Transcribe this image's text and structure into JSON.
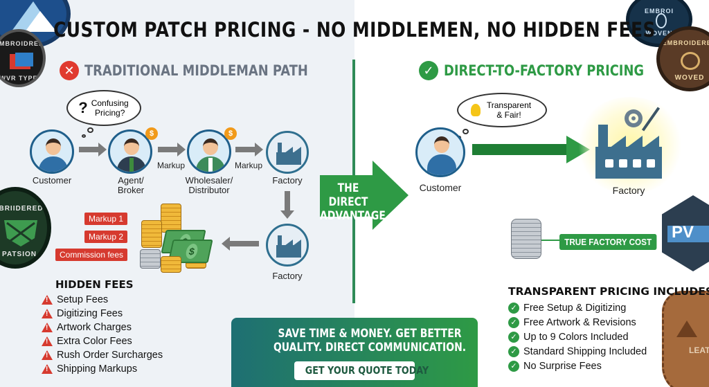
{
  "title": "CUSTOM PATCH PRICING - NO MIDDLEMEN, NO HIDDEN FEES",
  "left": {
    "heading": "TRADITIONAL MIDDLEMAN PATH",
    "thought": "Confusing Pricing?",
    "thought_mark": "?",
    "nodes": {
      "customer": "Customer",
      "agent": "Agent/ Broker",
      "wholesaler": "Wholesaler/ Distributor",
      "factory1": "Factory",
      "factory2": "Factory"
    },
    "markup_label_1": "Markup",
    "markup_label_2": "Markup",
    "tags": [
      "Markup 1",
      "Markup 2",
      "Commission fees"
    ],
    "hidden_fees_title": "HIDDEN FEES",
    "hidden_fees": [
      "Setup Fees",
      "Digitizing Fees",
      "Artwork Charges",
      "Extra Color Fees",
      "Rush Order Surcharges",
      "Shipping Markups"
    ]
  },
  "middle": {
    "arrow_text": "THE DIRECT ADVANTAGE"
  },
  "right": {
    "heading": "DIRECT-TO-FACTORY PRICING",
    "thought": "Transparent & Fair!",
    "customer": "Customer",
    "factory": "Factory",
    "true_cost": "TRUE FACTORY COST",
    "includes_title": "TRANSPARENT PRICING INCLUDES:",
    "includes": [
      "Free Setup & Digitizing",
      "Free Artwork & Revisions",
      "Up to 9 Colors Included",
      "Standard Shipping Included",
      "No Surprise Fees"
    ]
  },
  "cta": {
    "text": "SAVE TIME & MONEY. GET BETTER QUALITY. DIRECT COMMUNICATION.",
    "button": "GET YOUR QUOTE TODAY"
  },
  "patches": {
    "top_left_2": "EMBROIDRED",
    "top_left_2b": "WVR TYPE",
    "mid_left": "EMBRIIDERED",
    "mid_left_b": "R PATSION",
    "top_right_1": "EMBROI",
    "top_right_1b": "WOVEN",
    "top_right_2": "EMBROIDERED",
    "top_right_2b": "WOVED",
    "mid_right": "PV",
    "bottom_right": "LEAT"
  },
  "colors": {
    "accent_green": "#2e9a45",
    "alert_red": "#d63a2f",
    "brand_blue": "#1f5f8b"
  }
}
